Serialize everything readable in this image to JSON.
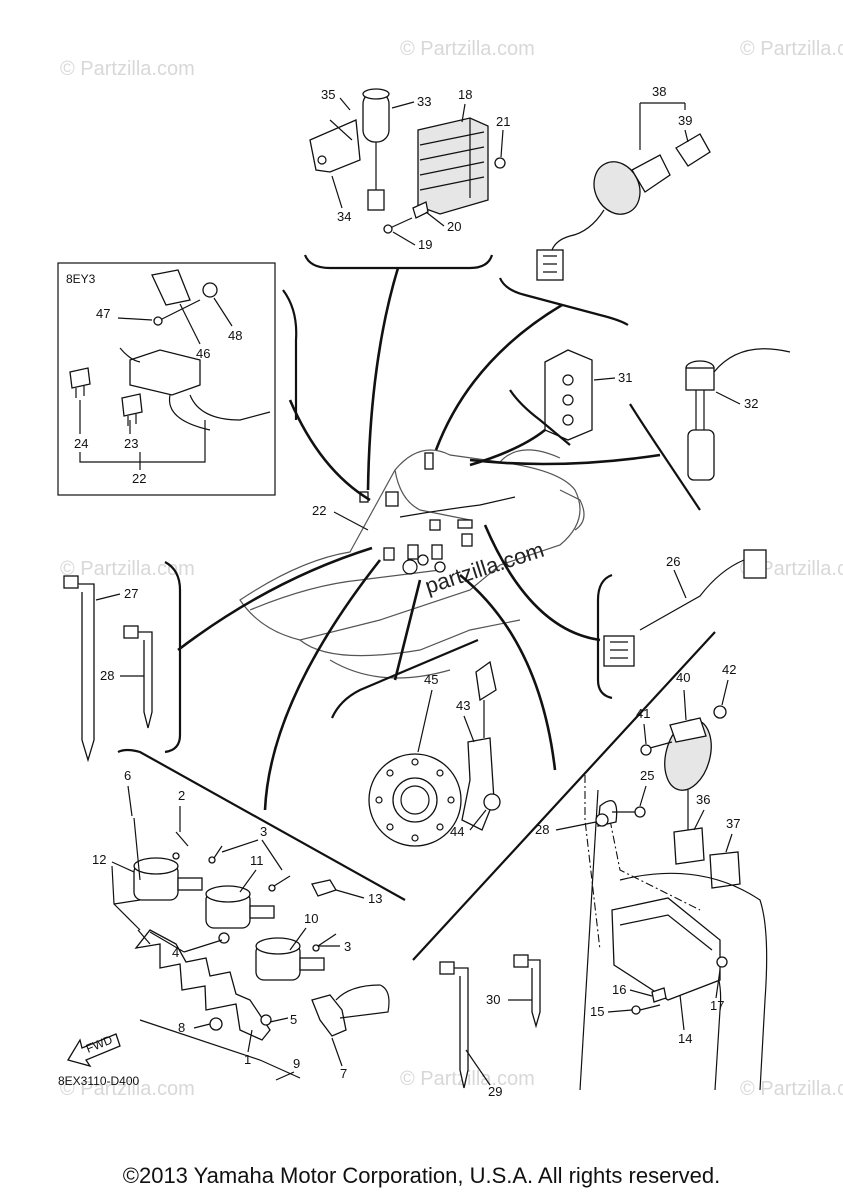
{
  "watermark": "© Partzilla.com",
  "center_brand": "partzilla.com",
  "diagram_code": "8EX3110-D400",
  "fwd_label": "FWD",
  "inset_label": "8EY3",
  "copyright": "©2013 Yamaha Motor Corporation, U.S.A. All rights reserved.",
  "callouts": {
    "c1": "1",
    "c2": "2",
    "c3a": "3",
    "c3b": "3",
    "c4": "4",
    "c5": "5",
    "c6": "6",
    "c7": "7",
    "c8": "8",
    "c9": "9",
    "c10": "10",
    "c11": "11",
    "c12": "12",
    "c13": "13",
    "c14": "14",
    "c15": "15",
    "c16": "16",
    "c17": "17",
    "c18": "18",
    "c19": "19",
    "c20": "20",
    "c21": "21",
    "c22a": "22",
    "c22b": "22",
    "c23": "23",
    "c24": "24",
    "c25": "25",
    "c26": "26",
    "c27": "27",
    "c28a": "28",
    "c28b": "28",
    "c29": "29",
    "c30": "30",
    "c31": "31",
    "c32": "32",
    "c33": "33",
    "c34": "34",
    "c35": "35",
    "c36": "36",
    "c37": "37",
    "c38": "38",
    "c39": "39",
    "c40": "40",
    "c41": "41",
    "c42": "42",
    "c43": "43",
    "c44": "44",
    "c45": "45",
    "c46": "46",
    "c47": "47",
    "c48": "48"
  }
}
